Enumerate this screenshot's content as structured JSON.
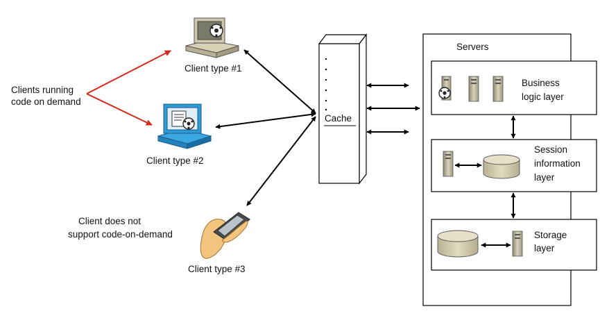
{
  "clients": {
    "type1_label": "Client type #1",
    "type2_label": "Client type #2",
    "type3_label": "Client type #3"
  },
  "annotations": {
    "code_on_demand_line1": "Clients running",
    "code_on_demand_line2": "code on demand",
    "no_code_on_demand_line1": "Client does not",
    "no_code_on_demand_line2": "support code-on-demand"
  },
  "cache": {
    "label": "Cache"
  },
  "servers": {
    "title": "Servers",
    "business_line1": "Business",
    "business_line2": "logic layer",
    "session_line1": "Session",
    "session_line2": "information",
    "session_line3": "layer",
    "storage_line1": "Storage",
    "storage_line2": "layer"
  },
  "colors": {
    "annotation_arrow": "#d42a1e",
    "connector": "#000000",
    "monitor_blue": "#2f9ad8",
    "database": "#d8d0b3",
    "server_tower": "#c9c2a8"
  }
}
